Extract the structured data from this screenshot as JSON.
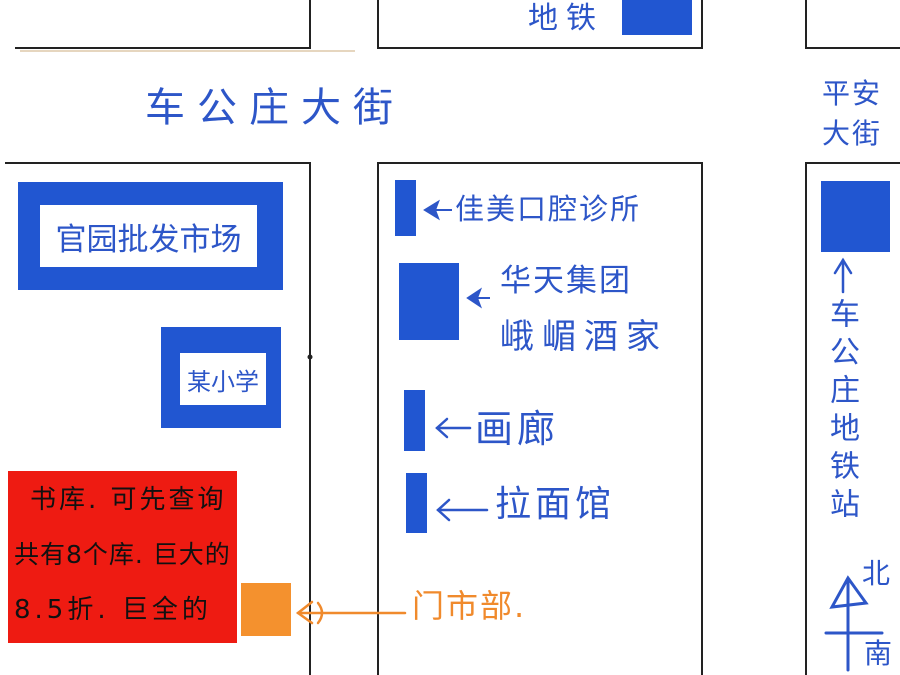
{
  "map": {
    "streets": {
      "horizontal_label": "车公庄大街",
      "vertical_label_lines": [
        "平安",
        "大街"
      ]
    },
    "subway_top_label": "地铁",
    "wholesale_market_label": "官园批发市场",
    "school_label": "某小学",
    "dental_clinic_label": "佳美口腔诊所",
    "restaurant_label_lines": [
      "华天集团",
      "峨嵋酒家"
    ],
    "gallery_label": "画廊",
    "noodle_shop_label": "拉面馆",
    "subway_station_label": "车公庄地铁站",
    "bookstore_note_lines": [
      "书库. 可先查询",
      "共有8个库. 巨大的",
      "8.5折. 巨全的"
    ],
    "storefront_label": "门市部.",
    "compass": {
      "north": "北",
      "south": "南"
    },
    "colors": {
      "marker_blue": "#2156d1",
      "text_blue": "#2d56c8",
      "bookstore_red": "#ee1b12",
      "storefront_orange": "#f4912e",
      "street_line": "#222222"
    }
  }
}
